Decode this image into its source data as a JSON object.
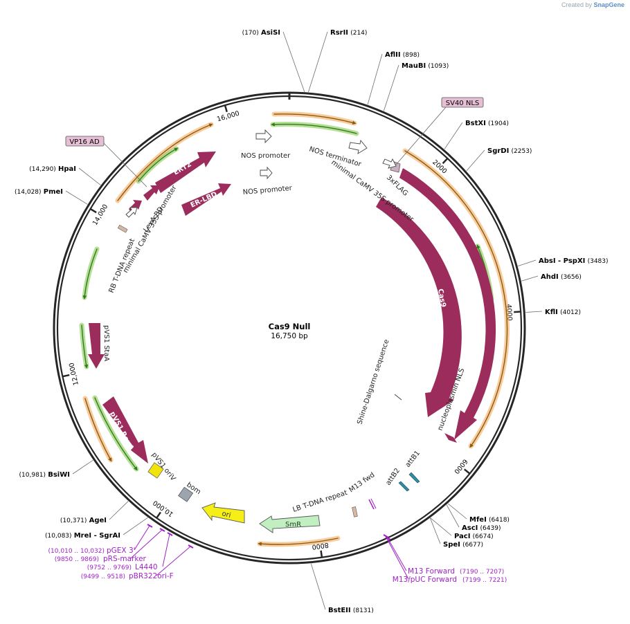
{
  "credit": {
    "prefix": "Created by",
    "brand": "SnapGene"
  },
  "center": {
    "name": "Cas9 Null",
    "length_label": "16,750 bp"
  },
  "total_bp": 16750,
  "ticks": [
    {
      "bp": 2000,
      "label": "2000"
    },
    {
      "bp": 4000,
      "label": "4000"
    },
    {
      "bp": 6000,
      "label": "6000"
    },
    {
      "bp": 8000,
      "label": "8000"
    },
    {
      "bp": 10000,
      "label": "10,000"
    },
    {
      "bp": 12000,
      "label": "12,000"
    },
    {
      "bp": 14000,
      "label": "14,000"
    },
    {
      "bp": 16000,
      "label": "16,000"
    }
  ],
  "sites": [
    {
      "name": "AsiSI",
      "pos": "(170)",
      "bp": 170
    },
    {
      "name": "RsrII",
      "pos": "(214)",
      "bp": 214
    },
    {
      "name": "AflII",
      "pos": "(898)",
      "bp": 898
    },
    {
      "name": "MauBI",
      "pos": "(1093)",
      "bp": 1093
    },
    {
      "name": "BstXI",
      "pos": "(1904)",
      "bp": 1904
    },
    {
      "name": "SgrDI",
      "pos": "(2253)",
      "bp": 2253
    },
    {
      "name": "AbsI  - PspXI",
      "pos": "(3483)",
      "bp": 3483
    },
    {
      "name": "AhdI",
      "pos": "(3656)",
      "bp": 3656
    },
    {
      "name": "KflI",
      "pos": "(4012)",
      "bp": 4012
    },
    {
      "name": "MfeI",
      "pos": "(6418)",
      "bp": 6418
    },
    {
      "name": "AscI",
      "pos": "(6439)",
      "bp": 6439
    },
    {
      "name": "PacI",
      "pos": "(6674)",
      "bp": 6674
    },
    {
      "name": "SpeI",
      "pos": "(6677)",
      "bp": 6677
    },
    {
      "name": "BstEII",
      "pos": "(8131)",
      "bp": 8131
    },
    {
      "name": "MreI  - SgrAI",
      "pos": "(10,083)",
      "bp": 10083
    },
    {
      "name": "AgeI",
      "pos": "(10,371)",
      "bp": 10371
    },
    {
      "name": "BsiWI",
      "pos": "(10,981)",
      "bp": 10981
    },
    {
      "name": "PmeI",
      "pos": "(14,028)",
      "bp": 14028
    },
    {
      "name": "HpaI",
      "pos": "(14,290)",
      "bp": 14290
    }
  ],
  "primers": [
    {
      "name": "M13 Forward",
      "pos": "(7190 .. 7207)"
    },
    {
      "name": "M13/pUC Forward",
      "pos": "(7199 .. 7221)"
    },
    {
      "name": "pGEX 3'",
      "pos": "(10,010 .. 10,032)"
    },
    {
      "name": "pRS-marker",
      "pos": "(9850 .. 9869)"
    },
    {
      "name": "L4440",
      "pos": "(9752 .. 9769)"
    },
    {
      "name": "pBR322ori-F",
      "pos": "(9499 .. 9518)"
    }
  ],
  "boxed_labels": [
    {
      "text": "SV40 NLS"
    },
    {
      "text": "VP16 AD"
    }
  ],
  "features": {
    "nos_promoter_top": "NOS promoter",
    "nos_terminator": "NOS terminator",
    "nos_promoter_mid": "NOS promoter",
    "minimal_camv_right": "minimal CaMV 35S promoter",
    "flag": "3xFLAG",
    "cas9_outer": "Cas9",
    "cas9_inner": "Cas9",
    "nucleoplasmin": "nucleoplasmin NLS",
    "shine_dalgarno": "Shine-Dalgarno sequence",
    "attb1": "attB1",
    "attb2": "attB2",
    "m13fwd": "M13 fwd",
    "lb": "LB T-DNA repeat",
    "smr": "SmR",
    "ori": "ori",
    "bom": "bom",
    "pvs1_oriv": "pVS1 oriV",
    "pvs1_repa": "pVS1 RepA",
    "pvs1_staa": "pVS1 StaA",
    "rb": "RB T-DNA repeat",
    "minimal_camv_left": "minimal CaMV 35S promoter",
    "lexa": "LexA BD",
    "ert2": "ERT2",
    "er_lbd": "ER-LBD"
  },
  "colors": {
    "backbone": "#262626",
    "cds": "#9b2c5c",
    "primer_site": "#a020c8",
    "orange_arc": "#f2a34a",
    "green_arc": "#7cc23f",
    "ori": "#f5ee17",
    "smr": "#c2efc2",
    "orivbox": "#f2e40a",
    "bom": "#9ca4ad",
    "boxed_fill": "#e7bfd5"
  }
}
